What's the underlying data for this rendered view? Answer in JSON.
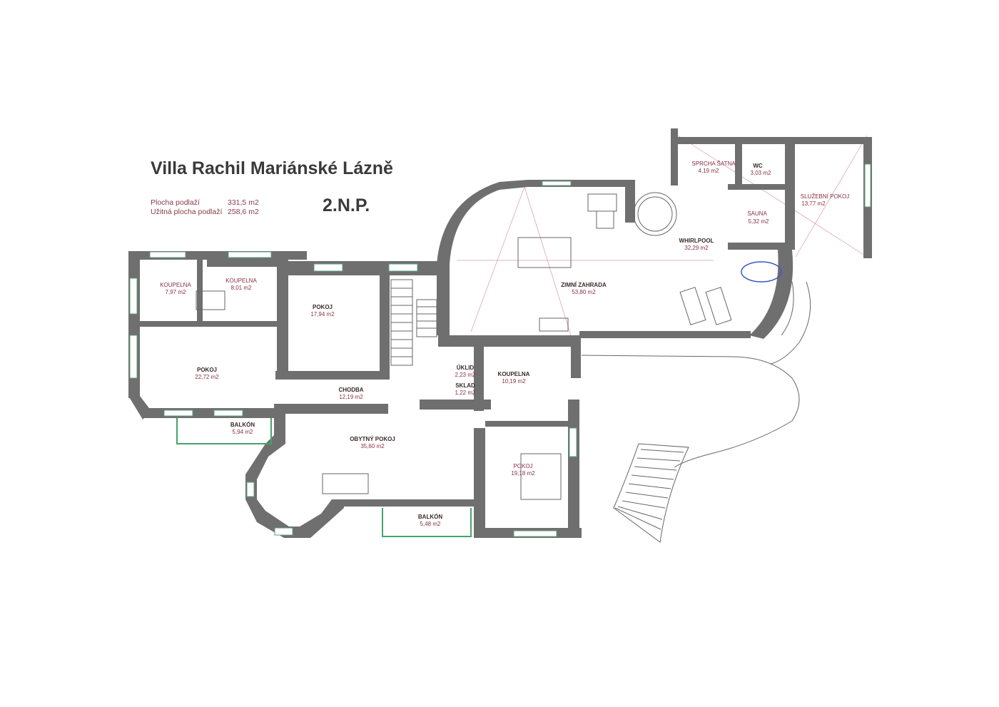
{
  "header": {
    "title": "Villa Rachil Mariánské Lázně",
    "level": "2.N.P.",
    "floor_area_label": "Plocha podlaží",
    "floor_area_value": "331,5 m2",
    "usable_area_label": "Užitná plocha podlaží",
    "usable_area_value": "258,6 m2"
  },
  "rooms": [
    {
      "name": "KOUPELNA",
      "area": "7,97 m2"
    },
    {
      "name": "KOUPELNA",
      "area": "8,01 m2"
    },
    {
      "name": "POKOJ",
      "area": "17,94 m2"
    },
    {
      "name": "POKOJ",
      "area": "22,72 m2"
    },
    {
      "name": "CHODBA",
      "area": "12,19 m2"
    },
    {
      "name": "BALKÓN",
      "area": "5,94 m2"
    },
    {
      "name": "OBYTNÝ POKOJ",
      "area": "35,60 m2"
    },
    {
      "name": "BALKÓN",
      "area": "5,48 m2"
    },
    {
      "name": "ÚKLID",
      "area": "2,23 m2"
    },
    {
      "name": "SKLAD",
      "area": "1,22 m2"
    },
    {
      "name": "KOUPELNA",
      "area": "10,19 m2"
    },
    {
      "name": "POKOJ",
      "area": "19,18 m2"
    },
    {
      "name": "ZIMNÍ ZAHRADA",
      "area": "53,80 m2"
    },
    {
      "name": "WHIRLPOOL",
      "area": "32,29 m2"
    },
    {
      "name": "SPRCHA ŠATNA",
      "area": "4,19 m2"
    },
    {
      "name": "WC",
      "area": "3,03 m2"
    },
    {
      "name": "SAUNA",
      "area": "5,32 m2"
    },
    {
      "name": "SLUŽEBNÍ POKOJ",
      "area": "13,77 m2"
    }
  ]
}
